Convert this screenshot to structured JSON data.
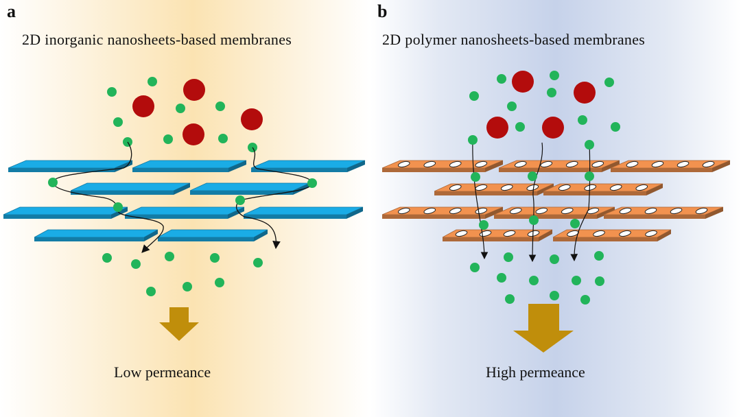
{
  "panels": {
    "a": {
      "letter": "a",
      "title": "2D inorganic nanosheets-based membranes",
      "caption": "Low permeance",
      "sheet_color": "#1aace6",
      "background_tint": "#fbe3b2"
    },
    "b": {
      "letter": "b",
      "title": "2D polymer nanosheets-based membranes",
      "caption": "High permeance",
      "sheet_color": "#f2924f",
      "background_tint": "#c6d2ea"
    }
  },
  "colors": {
    "small_molecule": "#22b45a",
    "large_molecule": "#b30c0c",
    "flow_arrow": "#c08e0b",
    "path_line": "#111111"
  }
}
